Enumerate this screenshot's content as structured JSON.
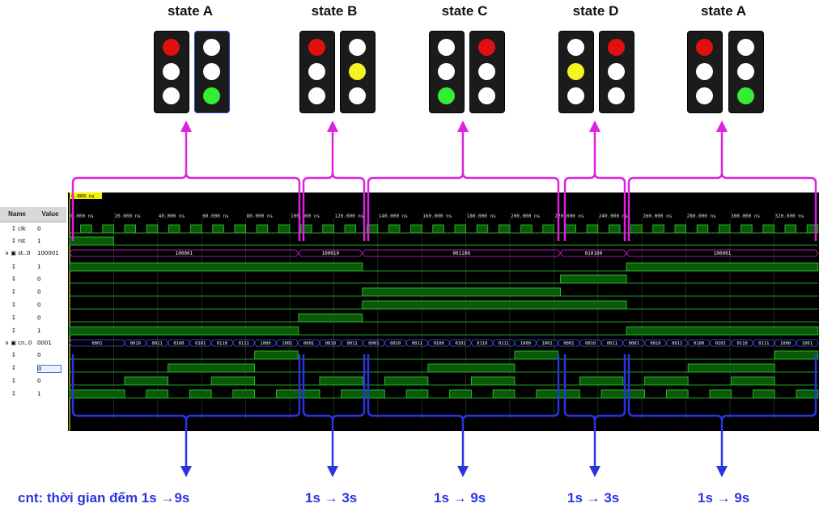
{
  "states": [
    {
      "label": "state A",
      "lights": [
        [
          "red",
          "white",
          "white"
        ],
        [
          "white",
          "white",
          "green"
        ]
      ]
    },
    {
      "label": "state B",
      "lights": [
        [
          "red",
          "white",
          "white"
        ],
        [
          "white",
          "yellow",
          "white"
        ]
      ]
    },
    {
      "label": "state C",
      "lights": [
        [
          "white",
          "white",
          "green"
        ],
        [
          "red",
          "white",
          "white"
        ]
      ]
    },
    {
      "label": "state D",
      "lights": [
        [
          "white",
          "yellow",
          "white"
        ],
        [
          "red",
          "white",
          "white"
        ]
      ]
    },
    {
      "label": "state A",
      "lights": [
        [
          "red",
          "white",
          "white"
        ],
        [
          "white",
          "white",
          "green"
        ]
      ]
    }
  ],
  "sim": {
    "cursor_label": "0.000 ns",
    "name_header": "Name",
    "value_header": "Value",
    "signals": [
      {
        "name": "clk",
        "value": "0"
      },
      {
        "name": "rst",
        "value": "1"
      },
      {
        "name": "st..0",
        "value": "100001"
      },
      {
        "name": "",
        "value": "1"
      },
      {
        "name": "",
        "value": "0"
      },
      {
        "name": "",
        "value": "0"
      },
      {
        "name": "",
        "value": "0"
      },
      {
        "name": "",
        "value": "0"
      },
      {
        "name": "",
        "value": "1"
      },
      {
        "name": "cn..0",
        "value": "0001"
      },
      {
        "name": "",
        "value": "0"
      },
      {
        "name": "",
        "value": "0"
      },
      {
        "name": "",
        "value": "0"
      },
      {
        "name": "",
        "value": "1"
      }
    ],
    "time_ticks": [
      "0.000 ns",
      "20.000 ns",
      "40.000 ns",
      "60.000 ns",
      "80.000 ns",
      "100.000 ns",
      "120.000 ns",
      "140.000 ns",
      "160.000 ns",
      "180.000 ns",
      "200.000 ns",
      "220.000 ns",
      "240.000 ns",
      "260.000 ns",
      "280.000 ns",
      "300.000 ns",
      "320.000 ns"
    ],
    "st_bus": [
      "100001",
      "100010",
      "001100",
      "010100",
      "100001"
    ],
    "cnt_bus": [
      "0001",
      "0010",
      "0011",
      "0100",
      "0101",
      "0110",
      "0111",
      "1000",
      "1001",
      "0001",
      "0010",
      "0011",
      "0001",
      "0010",
      "0011",
      "0100",
      "0101",
      "0110",
      "0111",
      "1000",
      "1001",
      "0001",
      "0010",
      "0011",
      "0001",
      "0010",
      "0011",
      "0100",
      "0101",
      "0110",
      "0111",
      "1000",
      "1001"
    ]
  },
  "annotations": [
    "cnt: thời gian đếm 1s →9s",
    "1s →  3s",
    "1s  → 9s",
    "1s  → 3s",
    "1s  → 9s"
  ],
  "colors": {
    "red": "#e01010",
    "yellow": "#f4f422",
    "green": "#33ee33",
    "magenta": "#dd22dd",
    "blue": "#2a35e0",
    "wave": "#0a6a0a"
  }
}
